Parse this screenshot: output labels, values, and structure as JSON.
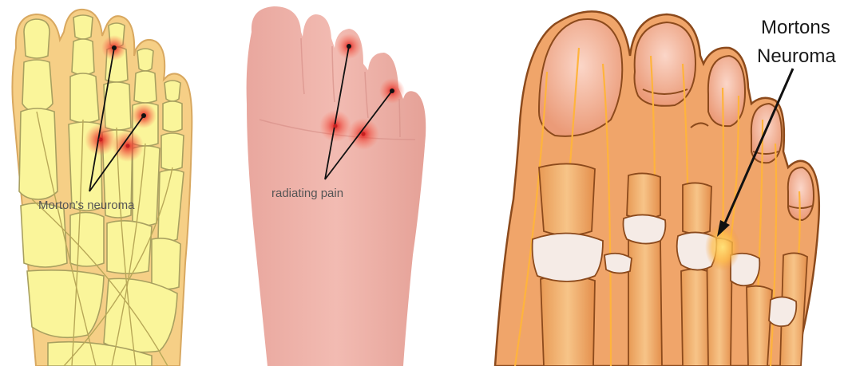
{
  "panels": {
    "left": {
      "label": "Morton's neuroma"
    },
    "middle": {
      "label": "radiating pain"
    },
    "right": {
      "label_line1": "Mortons",
      "label_line2": "Neuroma"
    }
  },
  "colors": {
    "skeleton_fill": "#faf59a",
    "skeleton_stroke": "#a8a060",
    "foot_outline_fill": "#f6cf86",
    "sole_skin": "#efb4ab",
    "pain_red": "#e23030",
    "right_skin": "#f0a56a",
    "bone_orange": "#f3b26b",
    "nerve_yellow": "#ffb43c",
    "neuroma_glow": "#ffcc55"
  }
}
